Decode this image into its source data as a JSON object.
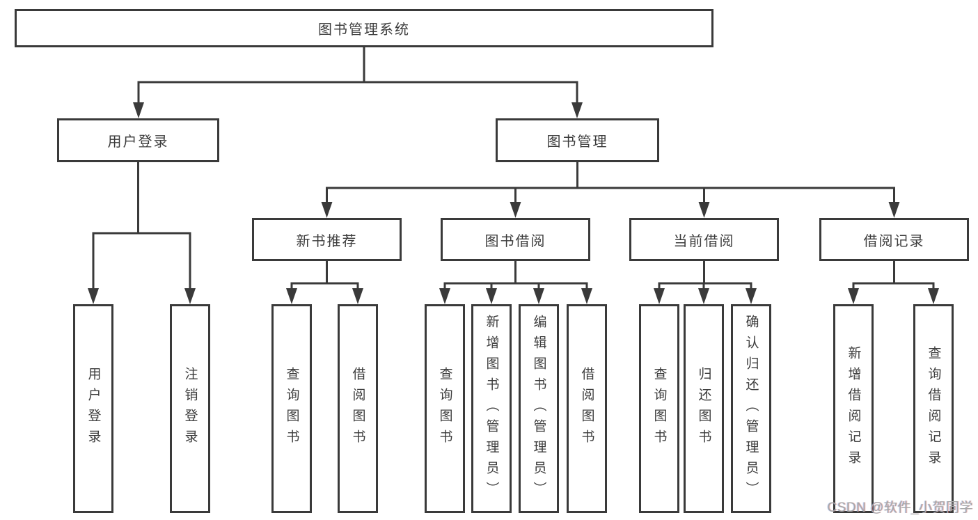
{
  "diagram": {
    "type": "hierarchy-tree",
    "root": {
      "label": "图书管理系统"
    },
    "level2": [
      {
        "label": "用户登录"
      },
      {
        "label": "图书管理"
      }
    ],
    "level3": [
      {
        "label": "新书推荐",
        "parent": "图书管理"
      },
      {
        "label": "图书借阅",
        "parent": "图书管理"
      },
      {
        "label": "当前借阅",
        "parent": "图书管理"
      },
      {
        "label": "借阅记录",
        "parent": "图书管理"
      }
    ],
    "leaves": [
      {
        "label": "用户登录",
        "parent": "用户登录"
      },
      {
        "label": "注销登录",
        "parent": "用户登录"
      },
      {
        "label": "查询图书",
        "parent": "新书推荐"
      },
      {
        "label": "借阅图书",
        "parent": "新书推荐"
      },
      {
        "label": "查询图书",
        "parent": "图书借阅"
      },
      {
        "label": "新增图书（管理员）",
        "parent": "图书借阅"
      },
      {
        "label": "编辑图书（管理员）",
        "parent": "图书借阅"
      },
      {
        "label": "借阅图书",
        "parent": "图书借阅"
      },
      {
        "label": "查询图书",
        "parent": "当前借阅"
      },
      {
        "label": "归还图书",
        "parent": "当前借阅"
      },
      {
        "label": "确认归还（管理员）",
        "parent": "当前借阅"
      },
      {
        "label": "新增借阅记录",
        "parent": "借阅记录"
      },
      {
        "label": "查询借阅记录",
        "parent": "借阅记录"
      }
    ],
    "colors": {
      "line": "#3a3a3a",
      "text": "#3c3c3c",
      "background": "#ffffff",
      "watermark": "#a8a8a8"
    }
  },
  "watermark": {
    "text": "CSDN @软件_小贺同学"
  }
}
